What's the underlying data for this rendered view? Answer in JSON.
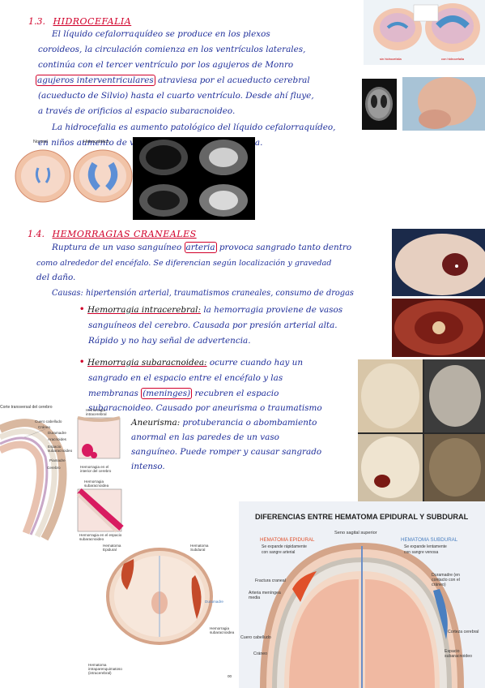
{
  "section1": {
    "number": "1.3.",
    "title": "HIDROCEFALIA",
    "lines": [
      "El líquido cefalorraquídeo se produce en los plexos",
      "coroideos, la circulación comienza en los ventrículos laterales,",
      "continúa con el tercer ventrículo por los agujeros de Monro",
      "agujeros interventriculares",
      "atraviesa por el acueducto cerebral",
      "(acueducto de Silvio) hasta el cuarto ventrículo. Desde ahí fluye,",
      "a través de orificios al espacio subaracnoideo.",
      "La hidrocefalia es aumento patológico del líquido cefalorraquídeo,",
      "en niños aumento de volumen del encéfalo y cabeza."
    ],
    "diagram_normal": "Normal",
    "diagram_hydro": "Hidrocefálico",
    "top_right_cap_a": "sin hidrocefalia",
    "top_right_cap_b": "con hidrocefalia"
  },
  "section2": {
    "number": "1.4.",
    "title": "HEMORRAGIAS CRANEALES",
    "intro": [
      "Ruptura de un vaso sanguíneo",
      "arteria",
      "provoca sangrado tanto dentro",
      "como alrededor del encéfalo. Se diferencian según localización y gravedad",
      "del daño.",
      "Causas: hipertensión arterial, traumatismos craneales, consumo de drogas"
    ],
    "intracerebral": {
      "term": "Hemorragia intracerebral:",
      "lines": [
        "la hemorragia proviene de vasos",
        "sanguíneos del cerebro. Causada por presión arterial alta.",
        "Rápido y no hay señal de advertencia."
      ]
    },
    "subarachnoid": {
      "term": "Hemorragia subaracnoidea:",
      "lines": [
        "ocurre cuando hay un",
        "sangrado en el espacio entre el encéfalo y las",
        "membranas",
        "(meninges)",
        "recubren el espacio",
        "subaracnoideo. Causado por aneurisma o traumatismo"
      ]
    },
    "aneurysm": {
      "term": "Aneurisma:",
      "lines": [
        "protuberancia o abombamiento",
        "anormal en las paredes de un vaso",
        "sanguíneo. Puede romper y causar sangrado",
        "intenso."
      ]
    }
  },
  "head_diagram": {
    "title": "Corte transversal del cerebro",
    "labels": [
      "Cuero cabelludo",
      "Cráneo",
      "Duramadre",
      "Aracnoides",
      "Espacio subaracnoideo",
      "Piamadre",
      "Cerebro"
    ],
    "inset1_title": "Hemorragia intracerebral",
    "inset1_caption": "Hemorragia en el interior del cerebro",
    "inset2_title": "Hemorragia subaracnoidea",
    "inset2_caption": "Hemorragia en el espacio subaracnoideo"
  },
  "axial_diagram": {
    "labels": [
      "Hematoma Epidural",
      "Hematoma Subdural",
      "Duramadre",
      "Hemorragia subaracnoidea",
      "Hematoma intraparenquimatoso (intracerebral)"
    ],
    "page": "00"
  },
  "epi_sub": {
    "title": "DIFERENCIAS ENTRE HEMATOMA EPIDURAL Y SUBDURAL",
    "sinus": "Seno sagital superior",
    "epidural": "HEMATOMA EPIDURAL",
    "epidural_desc": [
      "Se expande rápidamente",
      "con sangre arterial"
    ],
    "subdural": "HEMATOMA SUBDURAL",
    "subdural_desc": [
      "Se expande lentamente",
      "con sangre venosa"
    ],
    "left_labels": [
      "Fractura craneal",
      "Arteria meníngea media",
      "Cuero cabelludo",
      "Cráneo"
    ],
    "right_labels": [
      "Duramadre (en contacto con el cráneo)",
      "Corteza cerebral",
      "Espacio subaracnoideo"
    ],
    "colors": {
      "epidural": "#e0502a",
      "subdural": "#4a7fc0",
      "title": "#222222"
    }
  }
}
